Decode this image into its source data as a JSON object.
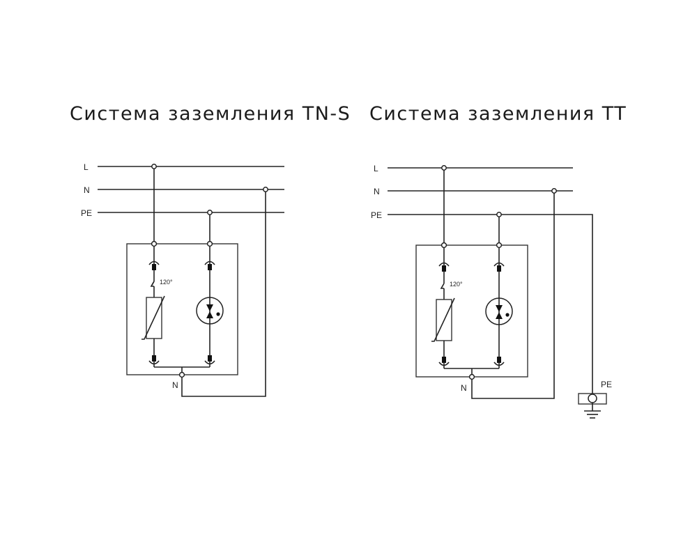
{
  "diagrams": [
    {
      "id": "tn-s",
      "title": "Система заземления TN-S",
      "bus_labels": {
        "l": "L",
        "n": "N",
        "pe": "PE"
      },
      "varistor_label": "120°",
      "neutral_label": "N"
    },
    {
      "id": "tt",
      "title": "Система заземления TT",
      "bus_labels": {
        "l": "L",
        "n": "N",
        "pe": "PE"
      },
      "varistor_label": "120°",
      "neutral_label": "N",
      "ground_label": "PE"
    }
  ],
  "colors": {
    "line": "#222222",
    "background": "#ffffff"
  }
}
